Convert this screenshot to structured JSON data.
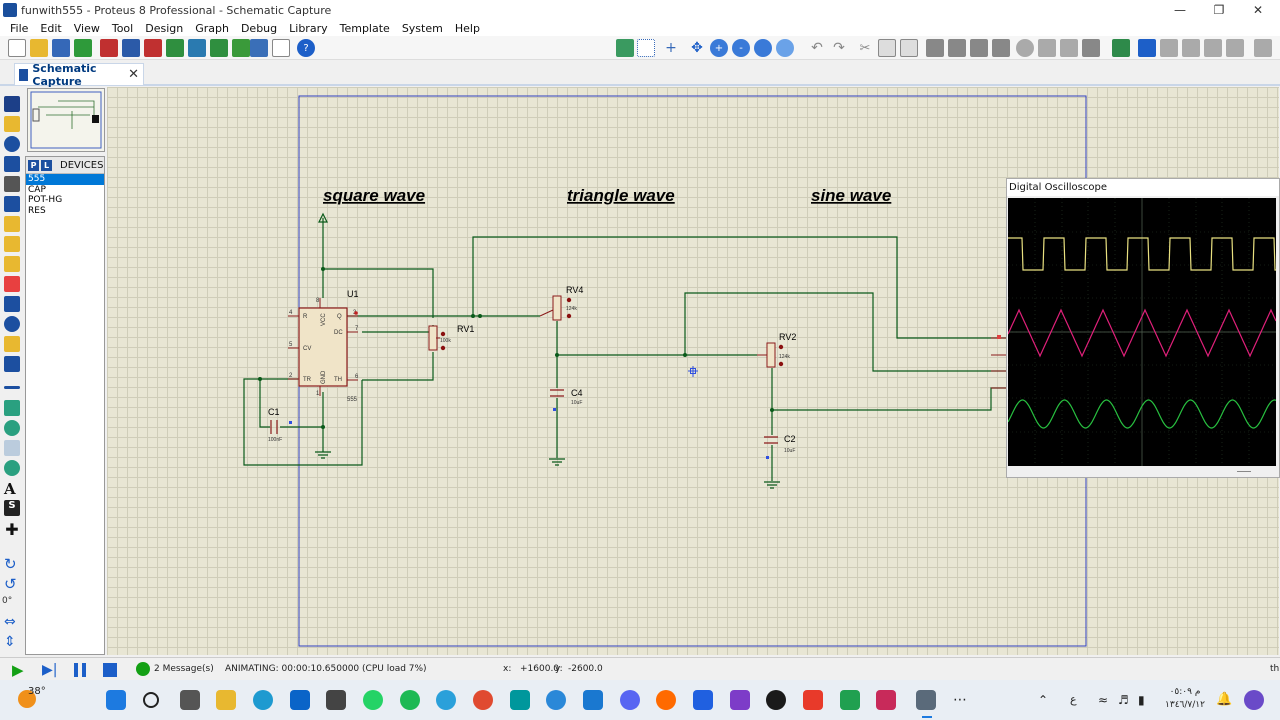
{
  "window": {
    "title": "funwith555 - Proteus 8 Professional - Schematic Capture"
  },
  "menu": [
    "File",
    "Edit",
    "View",
    "Tool",
    "Design",
    "Graph",
    "Debug",
    "Library",
    "Template",
    "System",
    "Help"
  ],
  "tab": {
    "label": "Schematic Capture"
  },
  "devices": {
    "header": "DEVICES",
    "p_label": "P",
    "l_label": "L",
    "items": [
      "555",
      "CAP",
      "POT-HG",
      "RES"
    ],
    "selected": "555"
  },
  "rotation": "0°",
  "schematic": {
    "titles": [
      "square wave",
      "triangle wave",
      "sine wave"
    ],
    "u1": {
      "ref": "U1",
      "part": "555",
      "pins": [
        "R",
        "VCC",
        "Q",
        "DC",
        "CV",
        "TR",
        "GND",
        "TH"
      ],
      "pin_numbers": [
        "4",
        "8",
        "3",
        "7",
        "5",
        "2",
        "1",
        "6"
      ]
    },
    "rv1": {
      "ref": "RV1",
      "value": "100k"
    },
    "rv4": {
      "ref": "RV4",
      "value": "124k"
    },
    "rv2": {
      "ref": "RV2",
      "value": "124k"
    },
    "c1": {
      "ref": "C1",
      "value": "100nF"
    },
    "c4": {
      "ref": "C4",
      "value": "10uF"
    },
    "c2": {
      "ref": "C2",
      "value": "10uF"
    }
  },
  "oscilloscope": {
    "title": "Digital Oscilloscope",
    "traces": [
      {
        "color": "#e8e080"
      },
      {
        "color": "#e0207a"
      },
      {
        "color": "#28c040"
      }
    ]
  },
  "status": {
    "messages": "2 Message(s)",
    "animating": "ANIMATING: 00:00:10.650000 (CPU load 7%)",
    "x_label": "x:",
    "x_value": "+1600.0",
    "y_label": "y:",
    "y_value": "-2600.0",
    "right": "th"
  },
  "taskbar": {
    "weather": "38°",
    "clock_time": "م ٠٥:٠٩",
    "clock_date": "١٣٤٦/٧/١٢",
    "lang": "ع"
  }
}
